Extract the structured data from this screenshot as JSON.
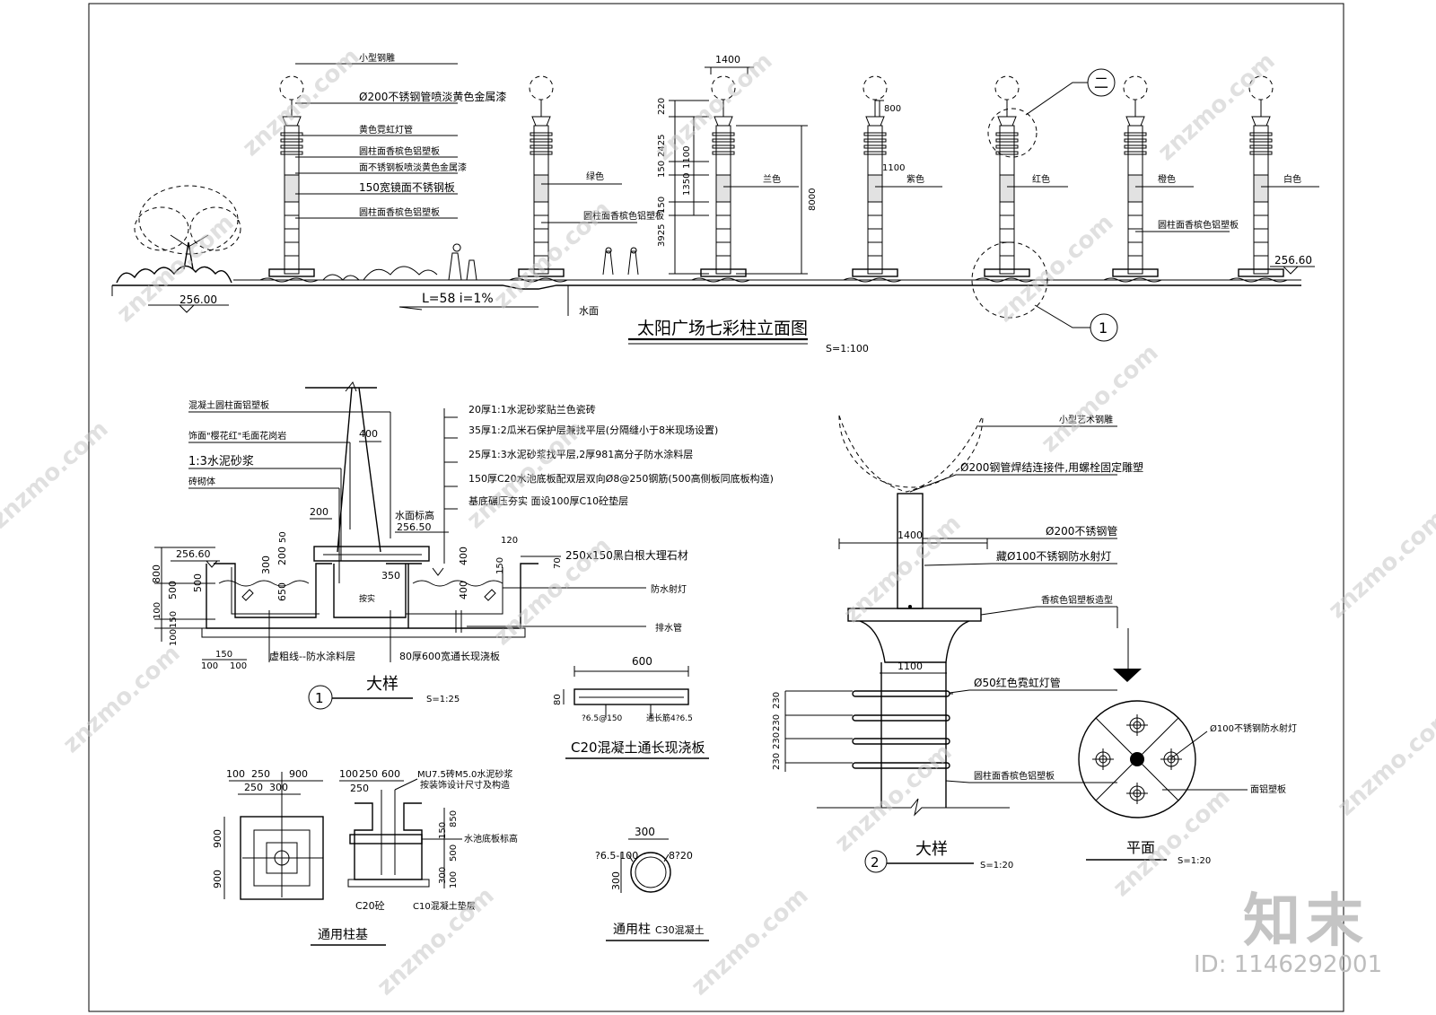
{
  "watermark": {
    "site": "znzmo.com",
    "brand_cn": "知末",
    "brand_id": "ID: 1146292001"
  },
  "elevation": {
    "title": "太阳广场七彩柱立面图",
    "scale": "S=1:100",
    "slope": "L=58  i=1%",
    "level_left": "256.00",
    "level_right": "256.60",
    "water_label": "水面",
    "callouts_left": [
      "小型钢雕",
      "Ø200不锈钢管喷淡黄色金属漆",
      "黄色霓虹灯管",
      "圆柱面香槟色铝塑板",
      "面不锈钢板喷淡黄色金属漆",
      "150宽镜面不锈钢板",
      "圆柱面香槟色铝塑板"
    ],
    "color_labels": [
      "绿色",
      "兰色",
      "紫色",
      "红色",
      "橙色",
      "白色"
    ],
    "plate_label_2": "圆柱面香槟色铝塑板",
    "plate_label_6": "圆柱面香槟色铝塑板",
    "dims": {
      "top": "1400",
      "d220": "220",
      "d800": "800",
      "d2425": "2425",
      "d1100a": "1100",
      "d1100b": "1100",
      "d150a": "150",
      "d1350": "1350",
      "d150b": "150",
      "d3925": "3925",
      "d8000": "8000"
    },
    "markers": [
      "二",
      "1"
    ]
  },
  "detail1": {
    "title": "大样",
    "num": "1",
    "scale": "S=1:25",
    "left_notes": [
      "混凝土圆柱面铝塑板",
      "饰面\"樱花红\"毛面花岗岩",
      "1:3水泥砂浆",
      "砖砌体"
    ],
    "right_notes": [
      "20厚1:1水泥砂浆贴兰色瓷砖",
      "35厚1:2瓜米石保护层兼找平层(分隔缝小于8米现场设置)",
      "25厚1:3水泥砂浆找平层,2厚981高分子防水涂料层",
      "150厚C20水池底板配双层双向Ø8@250钢筋(500高侧板同底板构造)",
      "基底碾压夯实 面设100厚C10砼垫层"
    ],
    "water_level_label": "水面标高",
    "water_level": "256.50",
    "left_level": "256.60",
    "stone": "250x150黑白根大理石材",
    "lamp": "防水射灯",
    "drain": "排水管",
    "fill": "按实",
    "bottom_notes": [
      "虚粗线--防水涂料层",
      "80厚600宽通长现浇板"
    ],
    "dims": {
      "d400": "400",
      "d200": "200",
      "d50": "50",
      "d300": "300",
      "d200b": "200",
      "d350": "350",
      "d650": "650",
      "d400b": "400",
      "d120": "120",
      "d150": "150",
      "d70": "70",
      "d400c": "400",
      "d800": "800",
      "d500": "500",
      "d500b": "500",
      "d100": "100",
      "d150b": "150",
      "d100b": "100",
      "d150c": "150",
      "d100c": "100",
      "d100d": "100"
    }
  },
  "slab": {
    "title": "C20混凝土通长现浇板",
    "w": "600",
    "h": "80",
    "rebar1": "?6.5@150",
    "rebar2": "通长筋4?6.5"
  },
  "footing": {
    "title": "通用柱基",
    "plan_dims_top": [
      "100",
      "250",
      "900"
    ],
    "plan_dims_top2": [
      "250",
      "300"
    ],
    "plan_dims_left": [
      "900",
      "900"
    ],
    "sec_dims_top": [
      "100",
      "250",
      "600"
    ],
    "sec_dim_250": "250",
    "sec_dims_right": [
      "850",
      "150",
      "500",
      "300",
      "100"
    ],
    "note1": "MU7.5砖M5.0水泥砂浆",
    "note2": "按装饰设计尺寸及构造",
    "note3": "水池底板标高",
    "c20": "C20砼",
    "c10": "C10混凝土垫层"
  },
  "column": {
    "title": "通用柱",
    "w": "300",
    "left": "?6.5-100",
    "right": "8?20",
    "h": "300",
    "c30": "C30混凝土"
  },
  "detail2": {
    "title": "大样",
    "num": "2",
    "scale": "S=1:20",
    "notes": [
      "小型艺术钢雕",
      "Ø200钢管焊结连接件,用螺栓固定雕塑",
      "Ø200不锈钢管",
      "藏Ø100不锈钢防水射灯",
      "香槟色铝塑板造型",
      "Ø50红色霓虹灯管",
      "圆柱面香槟色铝塑板"
    ],
    "dim_top": "1400",
    "dim_mid": "1100",
    "dims_left": [
      "230",
      "230",
      "230",
      "230"
    ]
  },
  "plan": {
    "title": "平面",
    "scale": "S=1:20",
    "lamp": "Ø100不锈钢防水射灯",
    "plate": "面铝塑板"
  }
}
